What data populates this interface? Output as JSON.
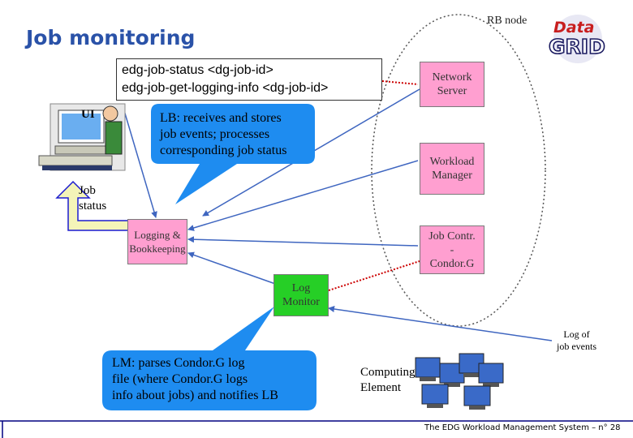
{
  "slide": {
    "title": "Job monitoring",
    "rb_node_label": "RB node",
    "logo_text": [
      "Data",
      "GRID"
    ]
  },
  "command_box": {
    "line1": "edg-job-status <dg-job-id>",
    "line2": "edg-job-get-logging-info <dg-job-id>"
  },
  "ui_label": "UI",
  "job_status_label": [
    "Job",
    "status"
  ],
  "nodes": {
    "network_server": [
      "Network",
      "Server"
    ],
    "workload_manager": [
      "Workload",
      "Manager"
    ],
    "job_controller": [
      "Job Contr.",
      "-",
      "Condor.G"
    ],
    "logging_bookkeeping": [
      "Logging &",
      "Bookkeeping"
    ],
    "log_monitor": [
      "Log",
      "Monitor"
    ]
  },
  "callouts": {
    "lb": [
      "LB: receives and stores",
      "job events; processes",
      "corresponding job status"
    ],
    "lm": [
      "LM: parses Condor.G log",
      "file (where Condor.G logs",
      "info about jobs) and notifies LB"
    ]
  },
  "log_of_job_events": [
    "Log of",
    "job events"
  ],
  "computing_element_label": [
    "Computing",
    "Element"
  ],
  "footer": "The EDG Workload Management System – n° 28",
  "colors": {
    "title": "#2a52a8",
    "callout": "#1e8cf0",
    "node_pink": "#ff9fd0",
    "node_green": "#26cf26",
    "arrow_blue": "#3f66c0",
    "arrow_red": "#cc0000",
    "up_arrow_fill": "#f4f4b8",
    "up_arrow_stroke": "#1b1bd0",
    "footer_bar": "#000080"
  }
}
